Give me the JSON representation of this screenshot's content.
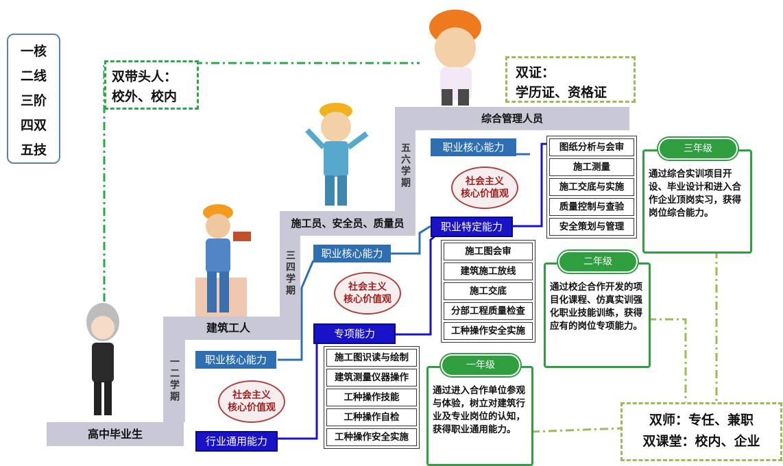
{
  "left_list": [
    "一核",
    "二线",
    "三阶",
    "四双",
    "五技"
  ],
  "dual_leader": {
    "title": "双带头人：",
    "text": "校外、校内"
  },
  "dual_cert": {
    "title": "双证：",
    "text": "学历证、资格证"
  },
  "dual_teacher": {
    "line1": "双师：专任、兼职",
    "line2": "双课堂：校内、企业"
  },
  "steps": {
    "high_school": "高中毕业生",
    "worker": "建筑工人",
    "staff": "施工员、安全员、质量员",
    "manager": "综合管理人员"
  },
  "periods": {
    "p1": "一二学期",
    "p2": "三四学期",
    "p3": "五六学期"
  },
  "abilities": {
    "core": "职业核心能力",
    "industry": "行业通用能力",
    "special": "专项能力",
    "specific": "职业特定能力"
  },
  "values_oval": {
    "line1": "社会主义",
    "line2": "核心价值观"
  },
  "lists": {
    "special": [
      "施工图识读与绘制",
      "建筑测量仪器操作",
      "工种操作技能",
      "工种操作自检",
      "工种操作安全实施"
    ],
    "specific": [
      "施工图会审",
      "建筑施工放线",
      "施工交底",
      "分部工程质量检查",
      "工种操作安全实施"
    ],
    "manager": [
      "图纸分析与会审",
      "施工测量",
      "施工交底与实施",
      "质量控制与查验",
      "安全策划与管理"
    ]
  },
  "grades": {
    "g1": {
      "label": "一年级",
      "text": "通过进入合作单位参观与体验，树立对建筑行业及专业岗位的认知，获得职业通用能力。"
    },
    "g2": {
      "label": "二年级",
      "text": "通过校企合作开发的项目化课程、仿真实训强化职业技能训练，获得应有的岗位专项能力。"
    },
    "g3": {
      "label": "三年级",
      "text": "通过综合实训项目开设、毕业设计和进入合作企业顶岗实习，获得岗位综合能力。"
    }
  },
  "colors": {
    "green": "#2aa84a",
    "light_green": "#9bbb59",
    "blue": "#2e6fb3",
    "navy": "#1a12c8",
    "stair": "#c9c8d6",
    "oval_red": "#b04040"
  }
}
